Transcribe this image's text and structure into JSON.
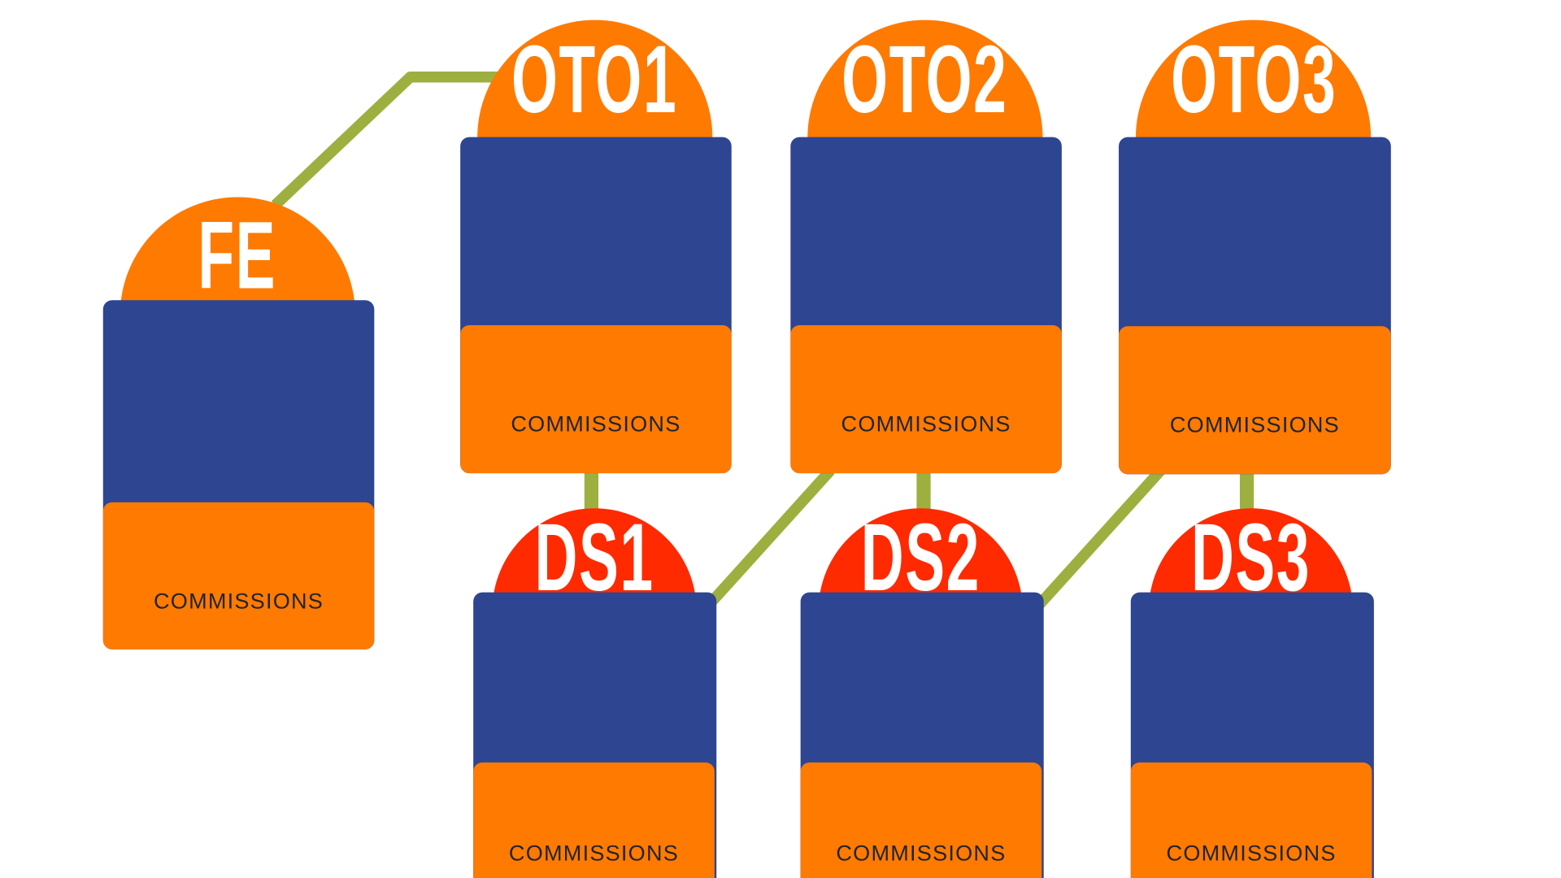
{
  "colors": {
    "box": "#2E4591",
    "panel": "#FF7A00",
    "oto_circle": "#FF7A00",
    "ds_circle": "#FF2A00",
    "connector": "#9DB03F"
  },
  "nodes": [
    {
      "id": "fe",
      "title": "FE",
      "panel_label": "COMMISSIONS"
    },
    {
      "id": "oto1",
      "title": "OTO1",
      "panel_label": "COMMISSIONS"
    },
    {
      "id": "oto2",
      "title": "OTO2",
      "panel_label": "COMMISSIONS"
    },
    {
      "id": "oto3",
      "title": "OTO3",
      "panel_label": "COMMISSIONS"
    },
    {
      "id": "ds1",
      "title": "DS1",
      "panel_label": "COMMISSIONS"
    },
    {
      "id": "ds2",
      "title": "DS2",
      "panel_label": "COMMISSIONS"
    },
    {
      "id": "ds3",
      "title": "DS3",
      "panel_label": "COMMISSIONS"
    }
  ]
}
